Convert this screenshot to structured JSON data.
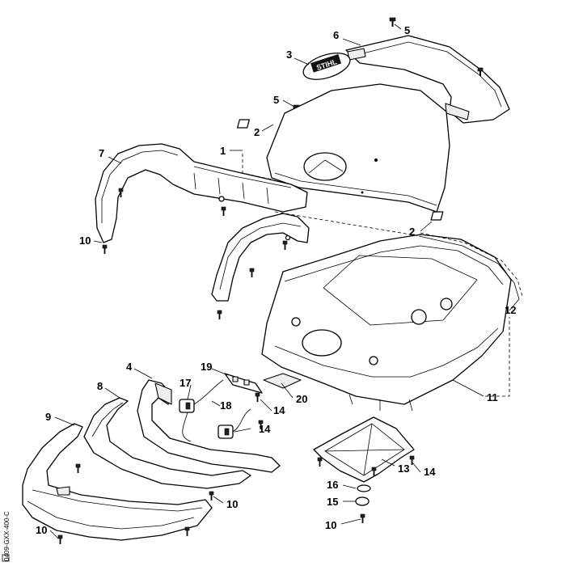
{
  "diagram": {
    "drawing_code": "0409-GXX-400-C",
    "callouts": [
      {
        "id": "c5a",
        "label": "5"
      },
      {
        "id": "c6",
        "label": "6"
      },
      {
        "id": "c3",
        "label": "3"
      },
      {
        "id": "c5b",
        "label": "5"
      },
      {
        "id": "c2a",
        "label": "2"
      },
      {
        "id": "c1",
        "label": "1"
      },
      {
        "id": "c7",
        "label": "7"
      },
      {
        "id": "c2b",
        "label": "2"
      },
      {
        "id": "c10a",
        "label": "10"
      },
      {
        "id": "c12",
        "label": "12"
      },
      {
        "id": "c4",
        "label": "4"
      },
      {
        "id": "c19",
        "label": "19"
      },
      {
        "id": "c17",
        "label": "17"
      },
      {
        "id": "c8",
        "label": "8"
      },
      {
        "id": "c18",
        "label": "18"
      },
      {
        "id": "c20",
        "label": "20"
      },
      {
        "id": "c11",
        "label": "11"
      },
      {
        "id": "c14a",
        "label": "14"
      },
      {
        "id": "c9",
        "label": "9"
      },
      {
        "id": "c14b",
        "label": "14"
      },
      {
        "id": "c13",
        "label": "13"
      },
      {
        "id": "c14c",
        "label": "14"
      },
      {
        "id": "c16",
        "label": "16"
      },
      {
        "id": "c10b",
        "label": "10"
      },
      {
        "id": "c15",
        "label": "15"
      },
      {
        "id": "c10c",
        "label": "10"
      },
      {
        "id": "c10d",
        "label": "10"
      }
    ],
    "logo_text": "STIHL"
  }
}
